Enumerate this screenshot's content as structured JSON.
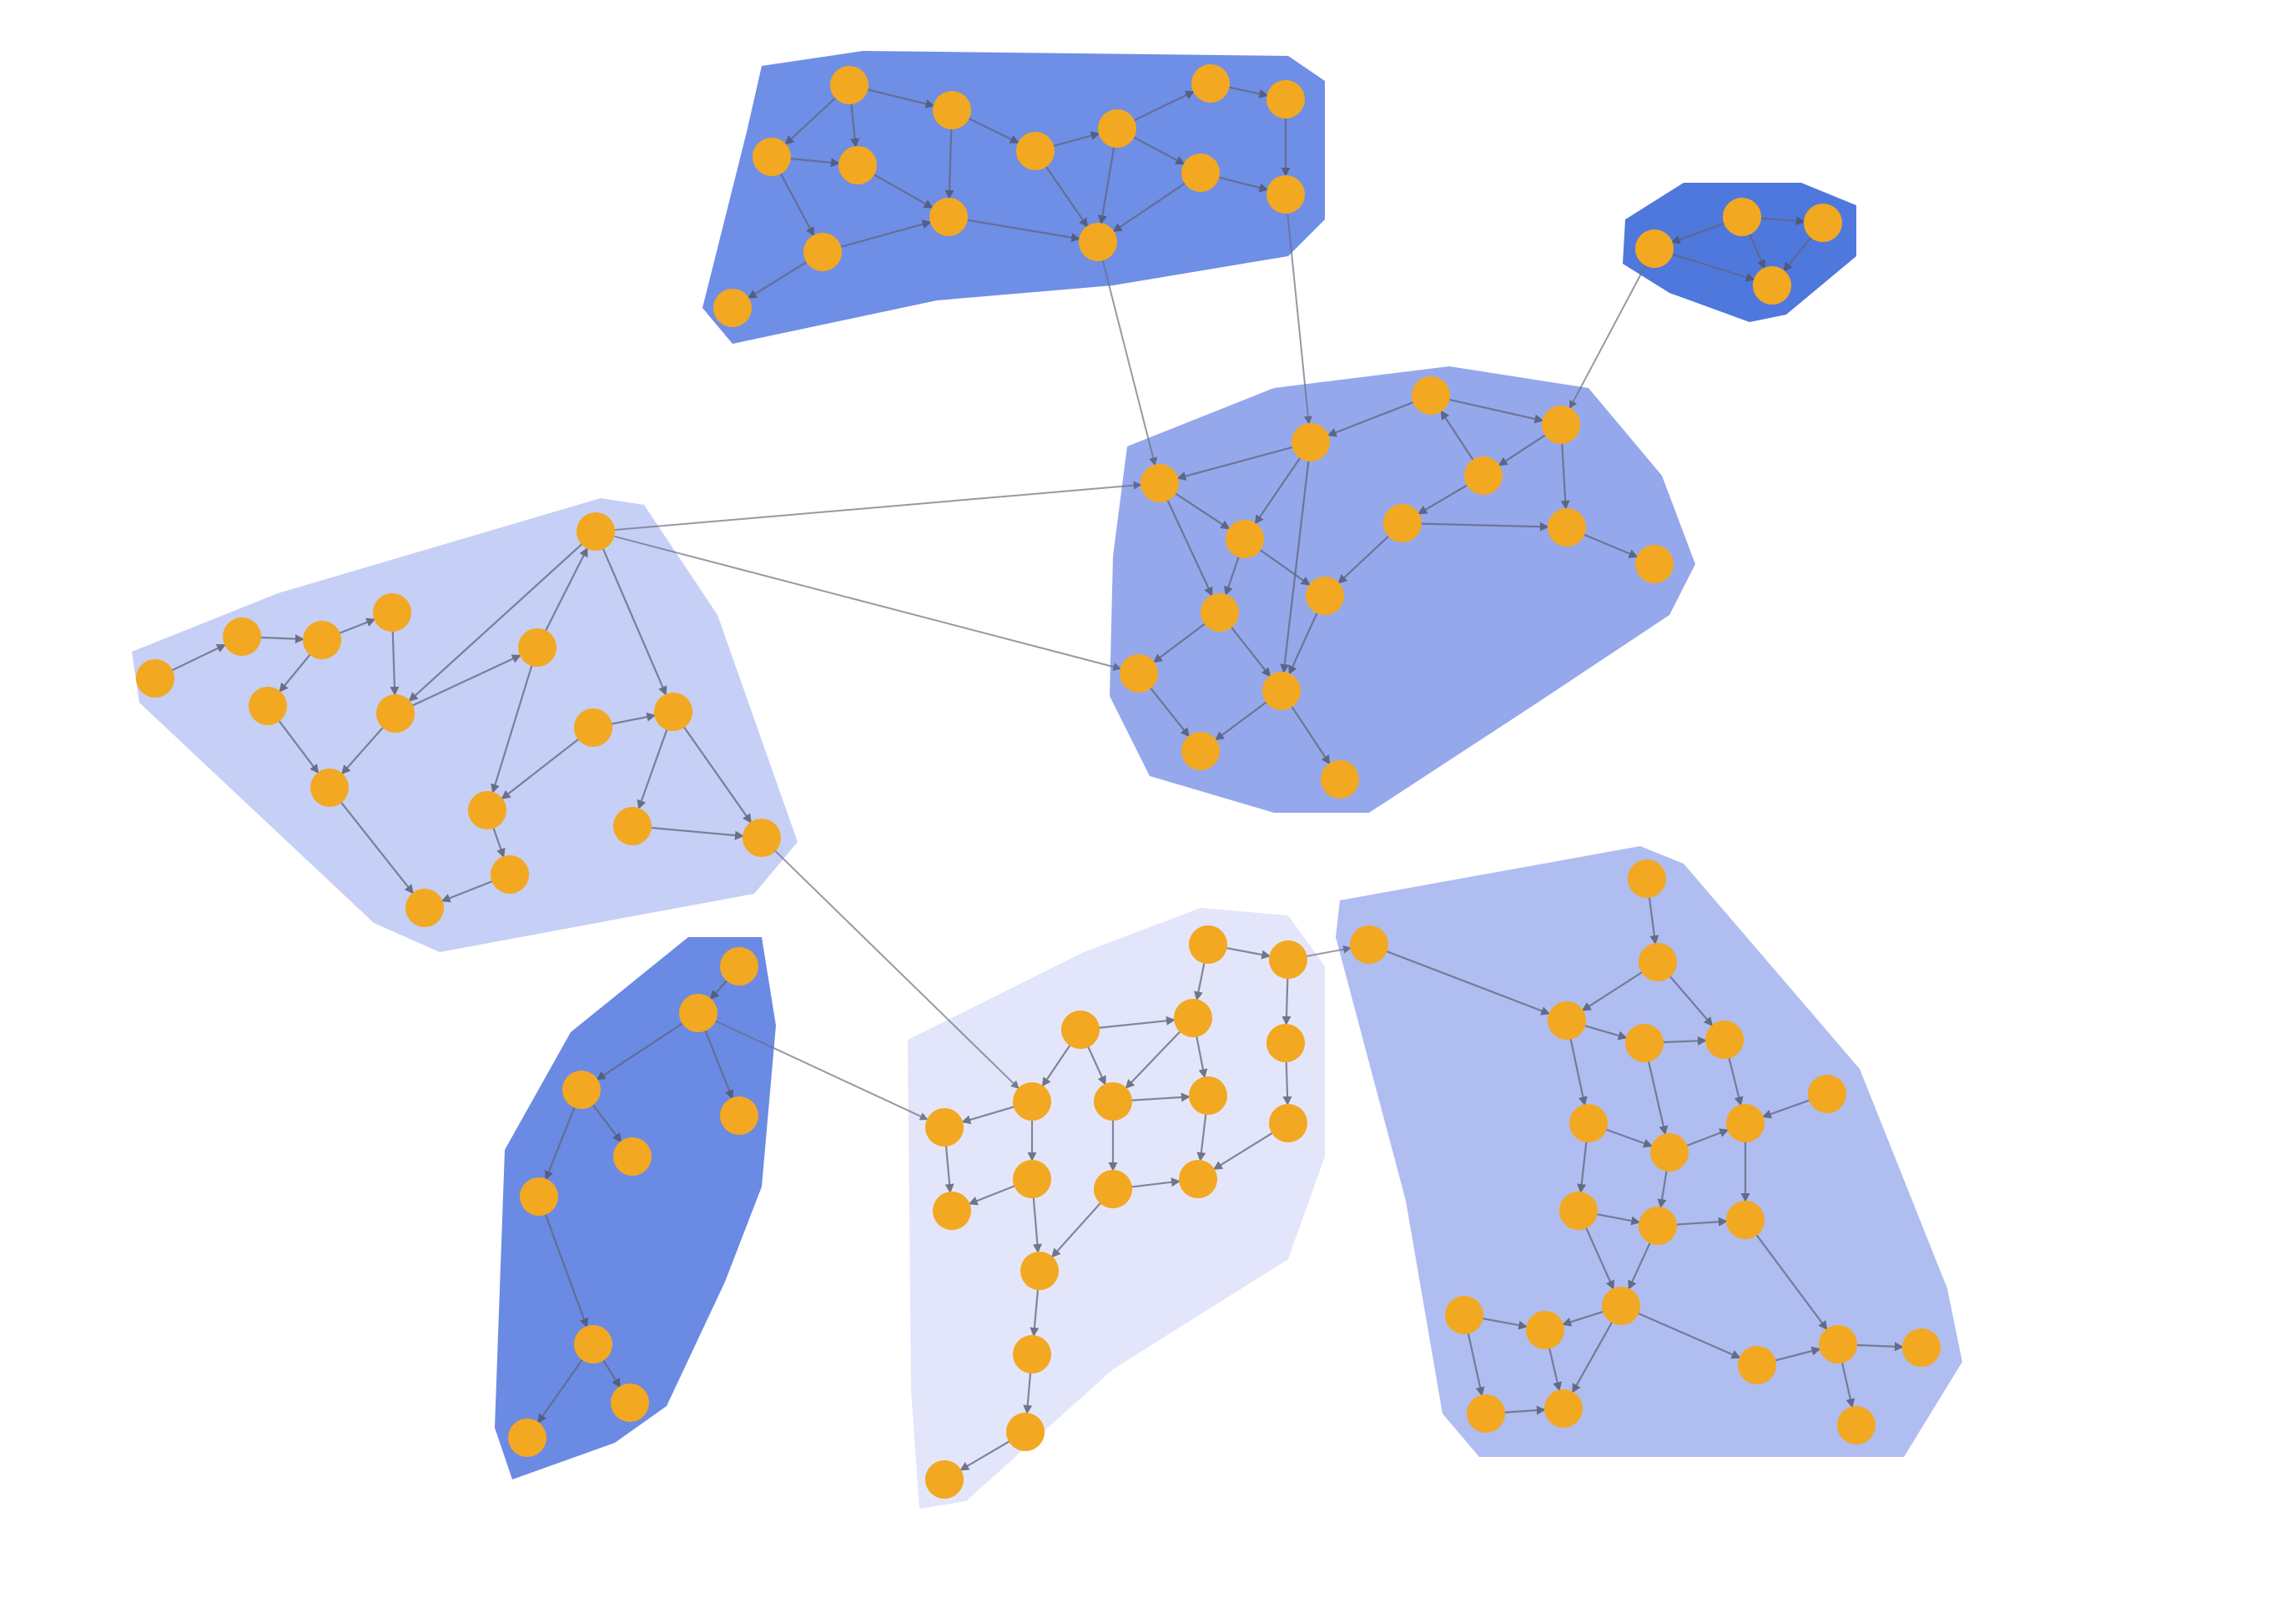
{
  "colors": {
    "background": "#ffffff",
    "node": "#F2A821",
    "edge": "#5f6579",
    "cluster_shades": [
      "#6f8ee6",
      "#4f78dd",
      "#95a8ec",
      "#c6cff5",
      "#6b8ae3",
      "#e3e6fa",
      "#b0bdf1"
    ]
  },
  "clusters": [
    {
      "id": "top",
      "shade": 0
    },
    {
      "id": "top-right-small",
      "shade": 1
    },
    {
      "id": "middle-right",
      "shade": 2
    },
    {
      "id": "left",
      "shade": 3
    },
    {
      "id": "bottom-left",
      "shade": 4
    },
    {
      "id": "bottom-middle",
      "shade": 5
    },
    {
      "id": "bottom-right",
      "shade": 6
    }
  ]
}
